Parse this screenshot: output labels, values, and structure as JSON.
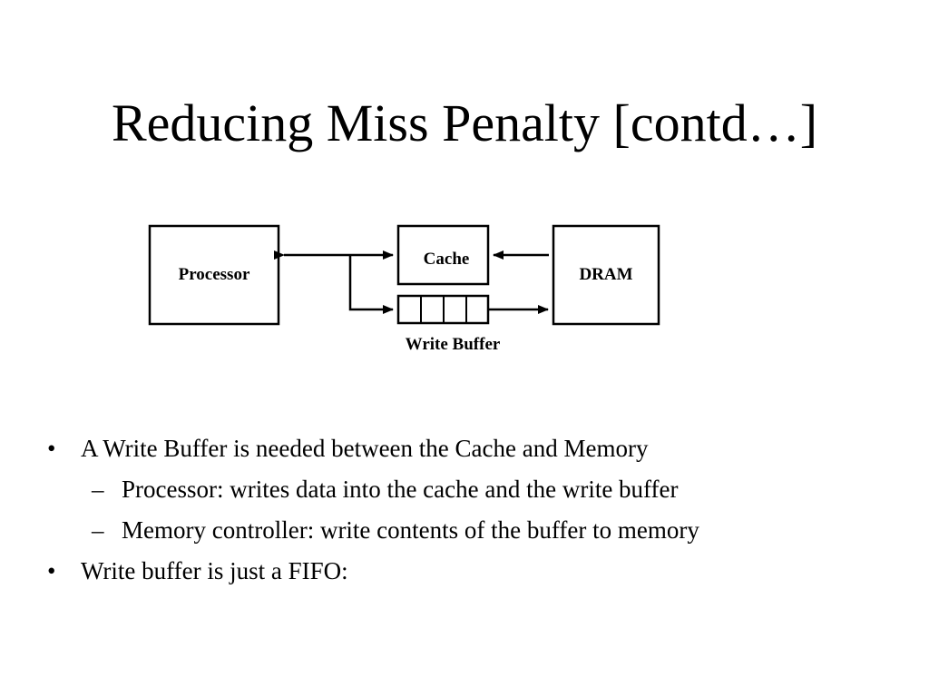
{
  "slide": {
    "title": "Reducing Miss Penalty [contd…]"
  },
  "diagram": {
    "processor_label": "Processor",
    "cache_label": "Cache",
    "dram_label": "DRAM",
    "write_buffer_label": "Write Buffer",
    "write_buffer_slots": 4
  },
  "bullets": [
    {
      "level": 1,
      "marker": "•",
      "text": "A Write Buffer is needed between the Cache and Memory"
    },
    {
      "level": 2,
      "marker": "–",
      "text": "Processor: writes data into the cache and the write buffer"
    },
    {
      "level": 2,
      "marker": "–",
      "text": "Memory controller: write contents of the buffer to memory"
    },
    {
      "level": 1,
      "marker": "•",
      "text": "Write buffer is just a FIFO:"
    }
  ]
}
